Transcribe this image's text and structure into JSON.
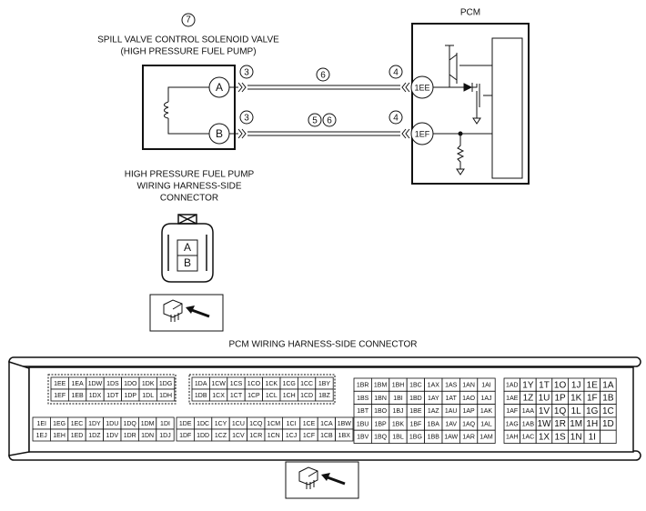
{
  "pcm_label": "PCM",
  "component": {
    "number": "7",
    "name_line1": "SPILL VALVE CONTROL SOLENOID VALVE",
    "name_line2": "(HIGH PRESSURE FUEL PUMP)",
    "terminals": [
      "A",
      "B"
    ]
  },
  "wires": [
    {
      "left_circle": "3",
      "mid_circles": [
        "6"
      ],
      "right_circle": "4",
      "pcm_terminal": "1EE"
    },
    {
      "left_circle": "3",
      "mid_circles": [
        "5",
        "6"
      ],
      "right_circle": "4",
      "pcm_terminal": "1EF"
    }
  ],
  "harness_connector": {
    "title_line1": "HIGH PRESSURE FUEL PUMP",
    "title_line2": "WIRING HARNESS-SIDE",
    "title_line3": "CONNECTOR",
    "pins": [
      "A",
      "B"
    ]
  },
  "pcm_connector": {
    "title": "PCM WIRING HARNESS-SIDE CONNECTOR",
    "block1_top": [
      [
        "1EE",
        "1EA",
        "1DW",
        "1DS",
        "1DO",
        "1DK",
        "1DG"
      ],
      [
        "1EF",
        "1EB",
        "1DX",
        "1DT",
        "1DP",
        "1DL",
        "1DH"
      ]
    ],
    "block2_top": [
      [
        "1DA",
        "1CW",
        "1CS",
        "1CO",
        "1CK",
        "1CG",
        "1CC",
        "1BY"
      ],
      [
        "1DB",
        "1CX",
        "1CT",
        "1CP",
        "1CL",
        "1CH",
        "1CD",
        "1BZ"
      ]
    ],
    "block1_bottom": [
      [
        "1EI",
        "1EG",
        "1EC",
        "1DY",
        "1DU",
        "1DQ",
        "1DM",
        "1DI"
      ],
      [
        "1EJ",
        "1EH",
        "1ED",
        "1DZ",
        "1DV",
        "1DR",
        "1DN",
        "1DJ"
      ]
    ],
    "block2_bottom": [
      [
        "1DE",
        "1DC",
        "1CY",
        "1CU",
        "1CQ",
        "1CM",
        "1CI",
        "1CE",
        "1CA",
        "1BW"
      ],
      [
        "1DF",
        "1DD",
        "1CZ",
        "1CV",
        "1CR",
        "1CN",
        "1CJ",
        "1CF",
        "1CB",
        "1BX"
      ]
    ],
    "block3": [
      [
        "1BR",
        "1BM",
        "1BH",
        "1BC",
        "1AX",
        "1AS",
        "1AN",
        "1AI"
      ],
      [
        "1BS",
        "1BN",
        "1BI",
        "1BD",
        "1AY",
        "1AT",
        "1AO",
        "1AJ"
      ],
      [
        "1BT",
        "1BO",
        "1BJ",
        "1BE",
        "1AZ",
        "1AU",
        "1AP",
        "1AK"
      ],
      [
        "1BU",
        "1BP",
        "1BK",
        "1BF",
        "1BA",
        "1AV",
        "1AQ",
        "1AL"
      ],
      [
        "1BV",
        "1BQ",
        "1BL",
        "1BG",
        "1BB",
        "1AW",
        "1AR",
        "1AM"
      ]
    ],
    "block4": [
      [
        "1AD",
        "1Y",
        "1T",
        "1O",
        "1J",
        "1E",
        "1A"
      ],
      [
        "1AE",
        "1Z",
        "1U",
        "1P",
        "1K",
        "1F",
        "1B"
      ],
      [
        "1AF",
        "1AA",
        "1V",
        "1Q",
        "1L",
        "1G",
        "1C"
      ],
      [
        "1AG",
        "1AB",
        "1W",
        "1R",
        "1M",
        "1H",
        "1D"
      ],
      [
        "1AH",
        "1AC",
        "1X",
        "1S",
        "1N",
        "1I",
        ""
      ]
    ]
  }
}
